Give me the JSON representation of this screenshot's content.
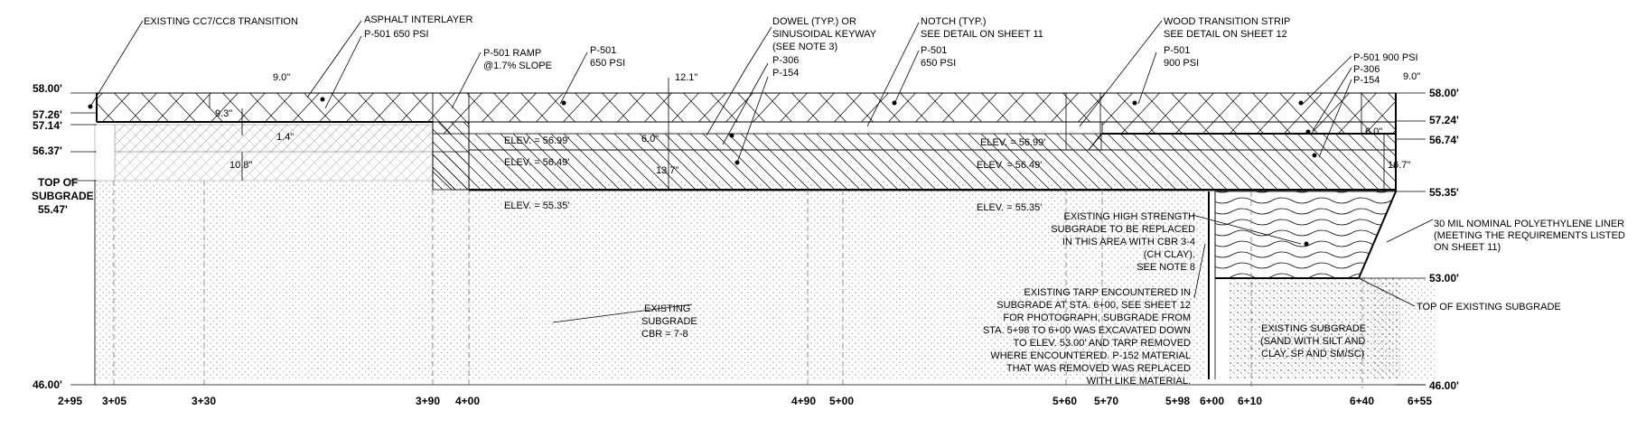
{
  "title": "Pavement transition cross-section, STA 2+95 to 6+55",
  "elevations_left": [
    "58.00'",
    "57.26'",
    "57.14'",
    "56.37'",
    "TOP OF",
    "SUBGRADE",
    "55.47'",
    "46.00'"
  ],
  "elevations_right": [
    "58.00'",
    "57.24'",
    "56.74'",
    "55.35'",
    "53.00'",
    "46.00'"
  ],
  "stations": [
    "2+95",
    "3+05",
    "3+30",
    "3+90",
    "4+00",
    "4+90",
    "5+00",
    "5+60",
    "5+70",
    "5+98",
    "6+00",
    "6+10",
    "6+40",
    "6+55"
  ],
  "callouts": {
    "cc7": "EXISTING CC7/CC8 TRANSITION",
    "asphalt": "ASPHALT INTERLAYER",
    "p501_650a": "P-501 650 PSI",
    "ramp1": "P-501 RAMP",
    "ramp2": "@1.7% SLOPE",
    "p501_b1": "P-501",
    "p501_b2": "650 PSI",
    "dowel1": "DOWEL (TYP.) OR",
    "dowel2": "SINUSOIDAL KEYWAY",
    "dowel3": "(SEE NOTE 3)",
    "p306a": "P-306",
    "p154a": "P-154",
    "notch1": "NOTCH (TYP.)",
    "notch2": "SEE DETAIL ON SHEET 11",
    "p501_c1": "P-501",
    "p501_c2": "650 PSI",
    "wood1": "WOOD TRANSITION STRIP",
    "wood2": "SEE DETAIL ON SHEET 12",
    "p501_d1": "P-501",
    "p501_d2": "900 PSI",
    "p501_e": "P-501 900 PSI",
    "p306b": "P-306",
    "p154b": "P-154",
    "liner1": "30 MIL NOMINAL POLYETHYLENE LINER",
    "liner2": "(MEETING THE REQUIREMENTS LISTED",
    "liner3": "ON SHEET 11)",
    "top_sub": "TOP OF EXISTING SUBGRADE",
    "exist_sub1": "EXISTING",
    "exist_sub2": "SUBGRADE",
    "exist_sub3": "CBR = 7-8",
    "hs1": "EXISTING HIGH STRENGTH",
    "hs2": "SUBGRADE TO BE REPLACED",
    "hs3": "IN THIS AREA WITH CBR 3-4",
    "hs4": "(CH CLAY).",
    "hs5": "SEE NOTE 8",
    "tarp1": "EXISTING TARP ENCOUNTERED IN",
    "tarp2": "SUBGRADE AT STA. 6+00, SEE SHEET 12",
    "tarp3": "FOR PHOTOGRAPH, SUBGRADE FROM",
    "tarp4": "STA. 5+98 TO 6+00 WAS EXCAVATED DOWN",
    "tarp5": "TO ELEV. 53.00' AND TARP REMOVED",
    "tarp6": "WHERE ENCOUNTERED. P-152 MATERIAL",
    "tarp7": "THAT WAS REMOVED WAS REPLACED",
    "tarp8": "WITH LIKE MATERIAL.",
    "sand1": "EXISTING SUBGRADE",
    "sand2": "(SAND WITH SILT AND",
    "sand3": "CLAY, SP AND SM/SC)"
  },
  "dims": [
    "9.0\"",
    "9.3\"",
    "1.4\"",
    "10.8\"",
    "12.1\"",
    "6.0\"",
    "13.7\"",
    "6.0\"",
    "16.7\"",
    "9.0\""
  ],
  "elev_notes": [
    "ELEV. = 56.99'",
    "ELEV. = 56.49'",
    "ELEV. = 55.35'",
    "ELEV. = 56.99'",
    "ELEV. = 56.49'",
    "ELEV. = 55.35'"
  ]
}
